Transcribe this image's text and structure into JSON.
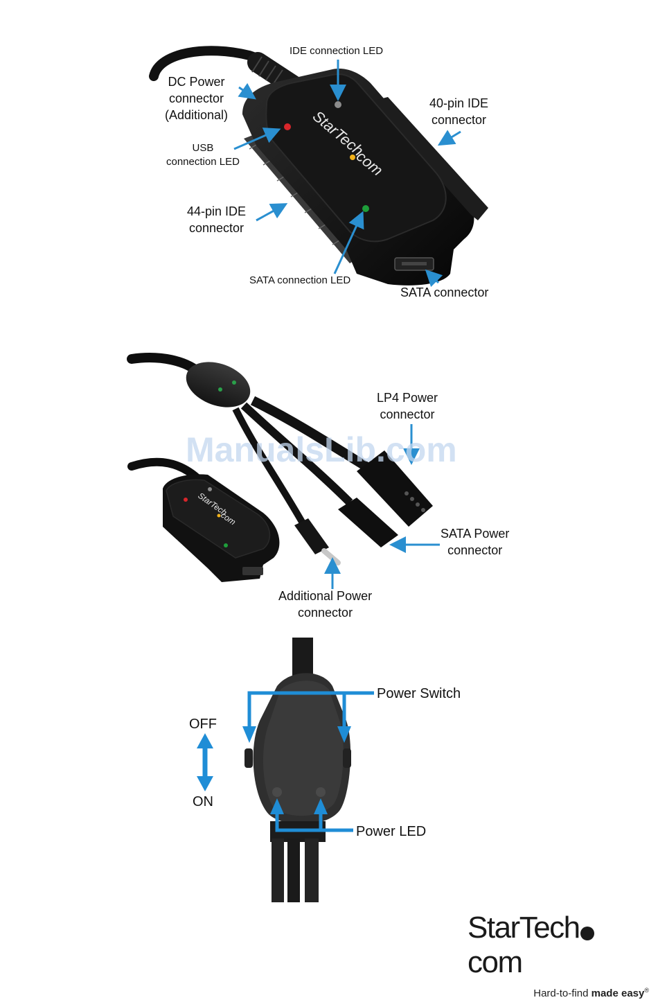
{
  "figure1": {
    "labels": {
      "ide_led": "IDE connection LED",
      "dc_power": "DC Power\nconnector\n(Additional)",
      "ide40": "40-pin IDE\nconnector",
      "usb_led": "USB\nconnection LED",
      "ide44": "44-pin IDE\nconnector",
      "sata_led": "SATA connection LED",
      "sata_conn": "SATA connector"
    },
    "device_logo": "StarTech.com"
  },
  "figure2": {
    "labels": {
      "lp4": "LP4 Power\nconnector",
      "sata_power": "SATA Power\nconnector",
      "additional_power": "Additional Power\nconnector"
    },
    "device_logo": "StarTech.com"
  },
  "figure3": {
    "labels": {
      "power_switch": "Power Switch",
      "off": "OFF",
      "on": "ON",
      "power_led": "Power LED"
    }
  },
  "watermark": "ManualsLib.com",
  "brand": {
    "name_part1": "StarTech",
    "name_part2": "com",
    "tagline_plain": "Hard-to-find ",
    "tagline_bold": "made easy",
    "trademark": "®"
  },
  "colors": {
    "arrow_blue": "#2a8fd0",
    "device_black": "#0c0c0c",
    "led_red": "#d8262b",
    "led_green": "#1e9e3a",
    "led_grey": "#8c8c8c"
  }
}
